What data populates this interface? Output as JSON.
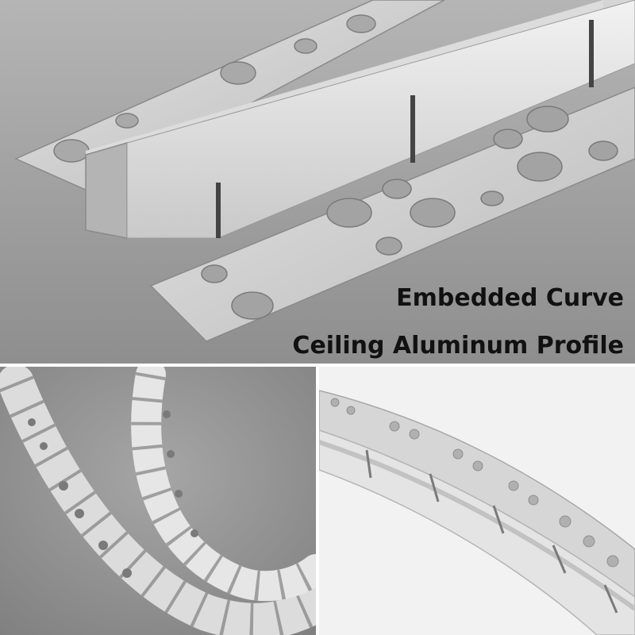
{
  "caption": {
    "line1": "Embedded Curve",
    "line2": "Ceiling Aluminum Profile"
  },
  "colors": {
    "background_top": "#9a9a9a",
    "background_bottom_left": "#8f8f8f",
    "background_bottom_right": "#f2f2f2",
    "aluminum_light": "#e6e6e6",
    "aluminum_mid": "#c4c4c4",
    "aluminum_dark": "#8a8a8a",
    "text": "#111111"
  },
  "panels": [
    {
      "view": "top",
      "subject": "straight profile close-up"
    },
    {
      "view": "bottom-left",
      "subject": "coiled curved profile"
    },
    {
      "view": "bottom-right",
      "subject": "curved profile on white"
    }
  ]
}
